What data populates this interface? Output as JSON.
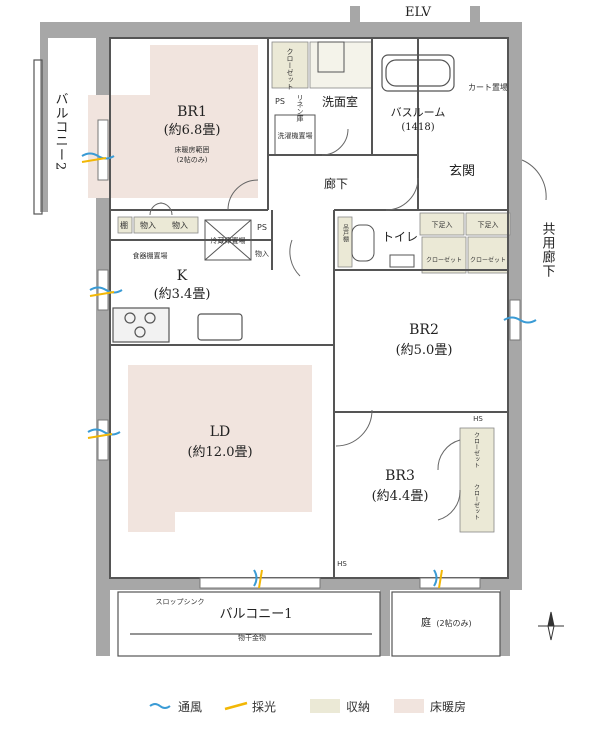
{
  "labels": {
    "elv": "ELV",
    "balcony2": "バルコニー2",
    "corridor_common": "共用廊下",
    "br1": "BR1",
    "br1_size": "(約6.8畳)",
    "floor_heat_note1": "床暖房範囲",
    "floor_heat_note2": "(2帖のみ)",
    "closet": "クローゼット",
    "linen": "リネン庫",
    "ps": "PS",
    "washroom": "洗面室",
    "washer": "洗濯機置場",
    "bathroom": "バスルーム",
    "bathroom_size": "(1418)",
    "cart": "カート置場",
    "entrance": "玄関",
    "hallway": "廊下",
    "shelf": "棚",
    "storage": "物入",
    "fridge": "冷蔵庫置場",
    "pantry": "食器棚置場",
    "k": "K",
    "k_size": "(約3.4畳)",
    "shoe_box": "下足入",
    "toilet": "トイレ",
    "toilet_storage": "吊戸棚",
    "closet_short": "クローゼット",
    "br2": "BR2",
    "br2_size": "(約5.0畳)",
    "ld": "LD",
    "ld_size": "(約12.0畳)",
    "br3": "BR3",
    "br3_size": "(約4.4畳)",
    "hs": "HS",
    "slop_sink": "スロップシンク",
    "balcony1": "バルコニー1",
    "drying": "物干金物",
    "garden": "庭",
    "garden_note": "(2帖のみ)"
  },
  "legend": [
    {
      "label": "通風",
      "kind": "wind",
      "color": "#3a9bd5"
    },
    {
      "label": "採光",
      "kind": "light",
      "color": "#f2b705"
    },
    {
      "label": "収納",
      "kind": "storage",
      "color": "#ebe9d6"
    },
    {
      "label": "床暖房",
      "kind": "floorheat",
      "color": "#f1e4de"
    }
  ]
}
